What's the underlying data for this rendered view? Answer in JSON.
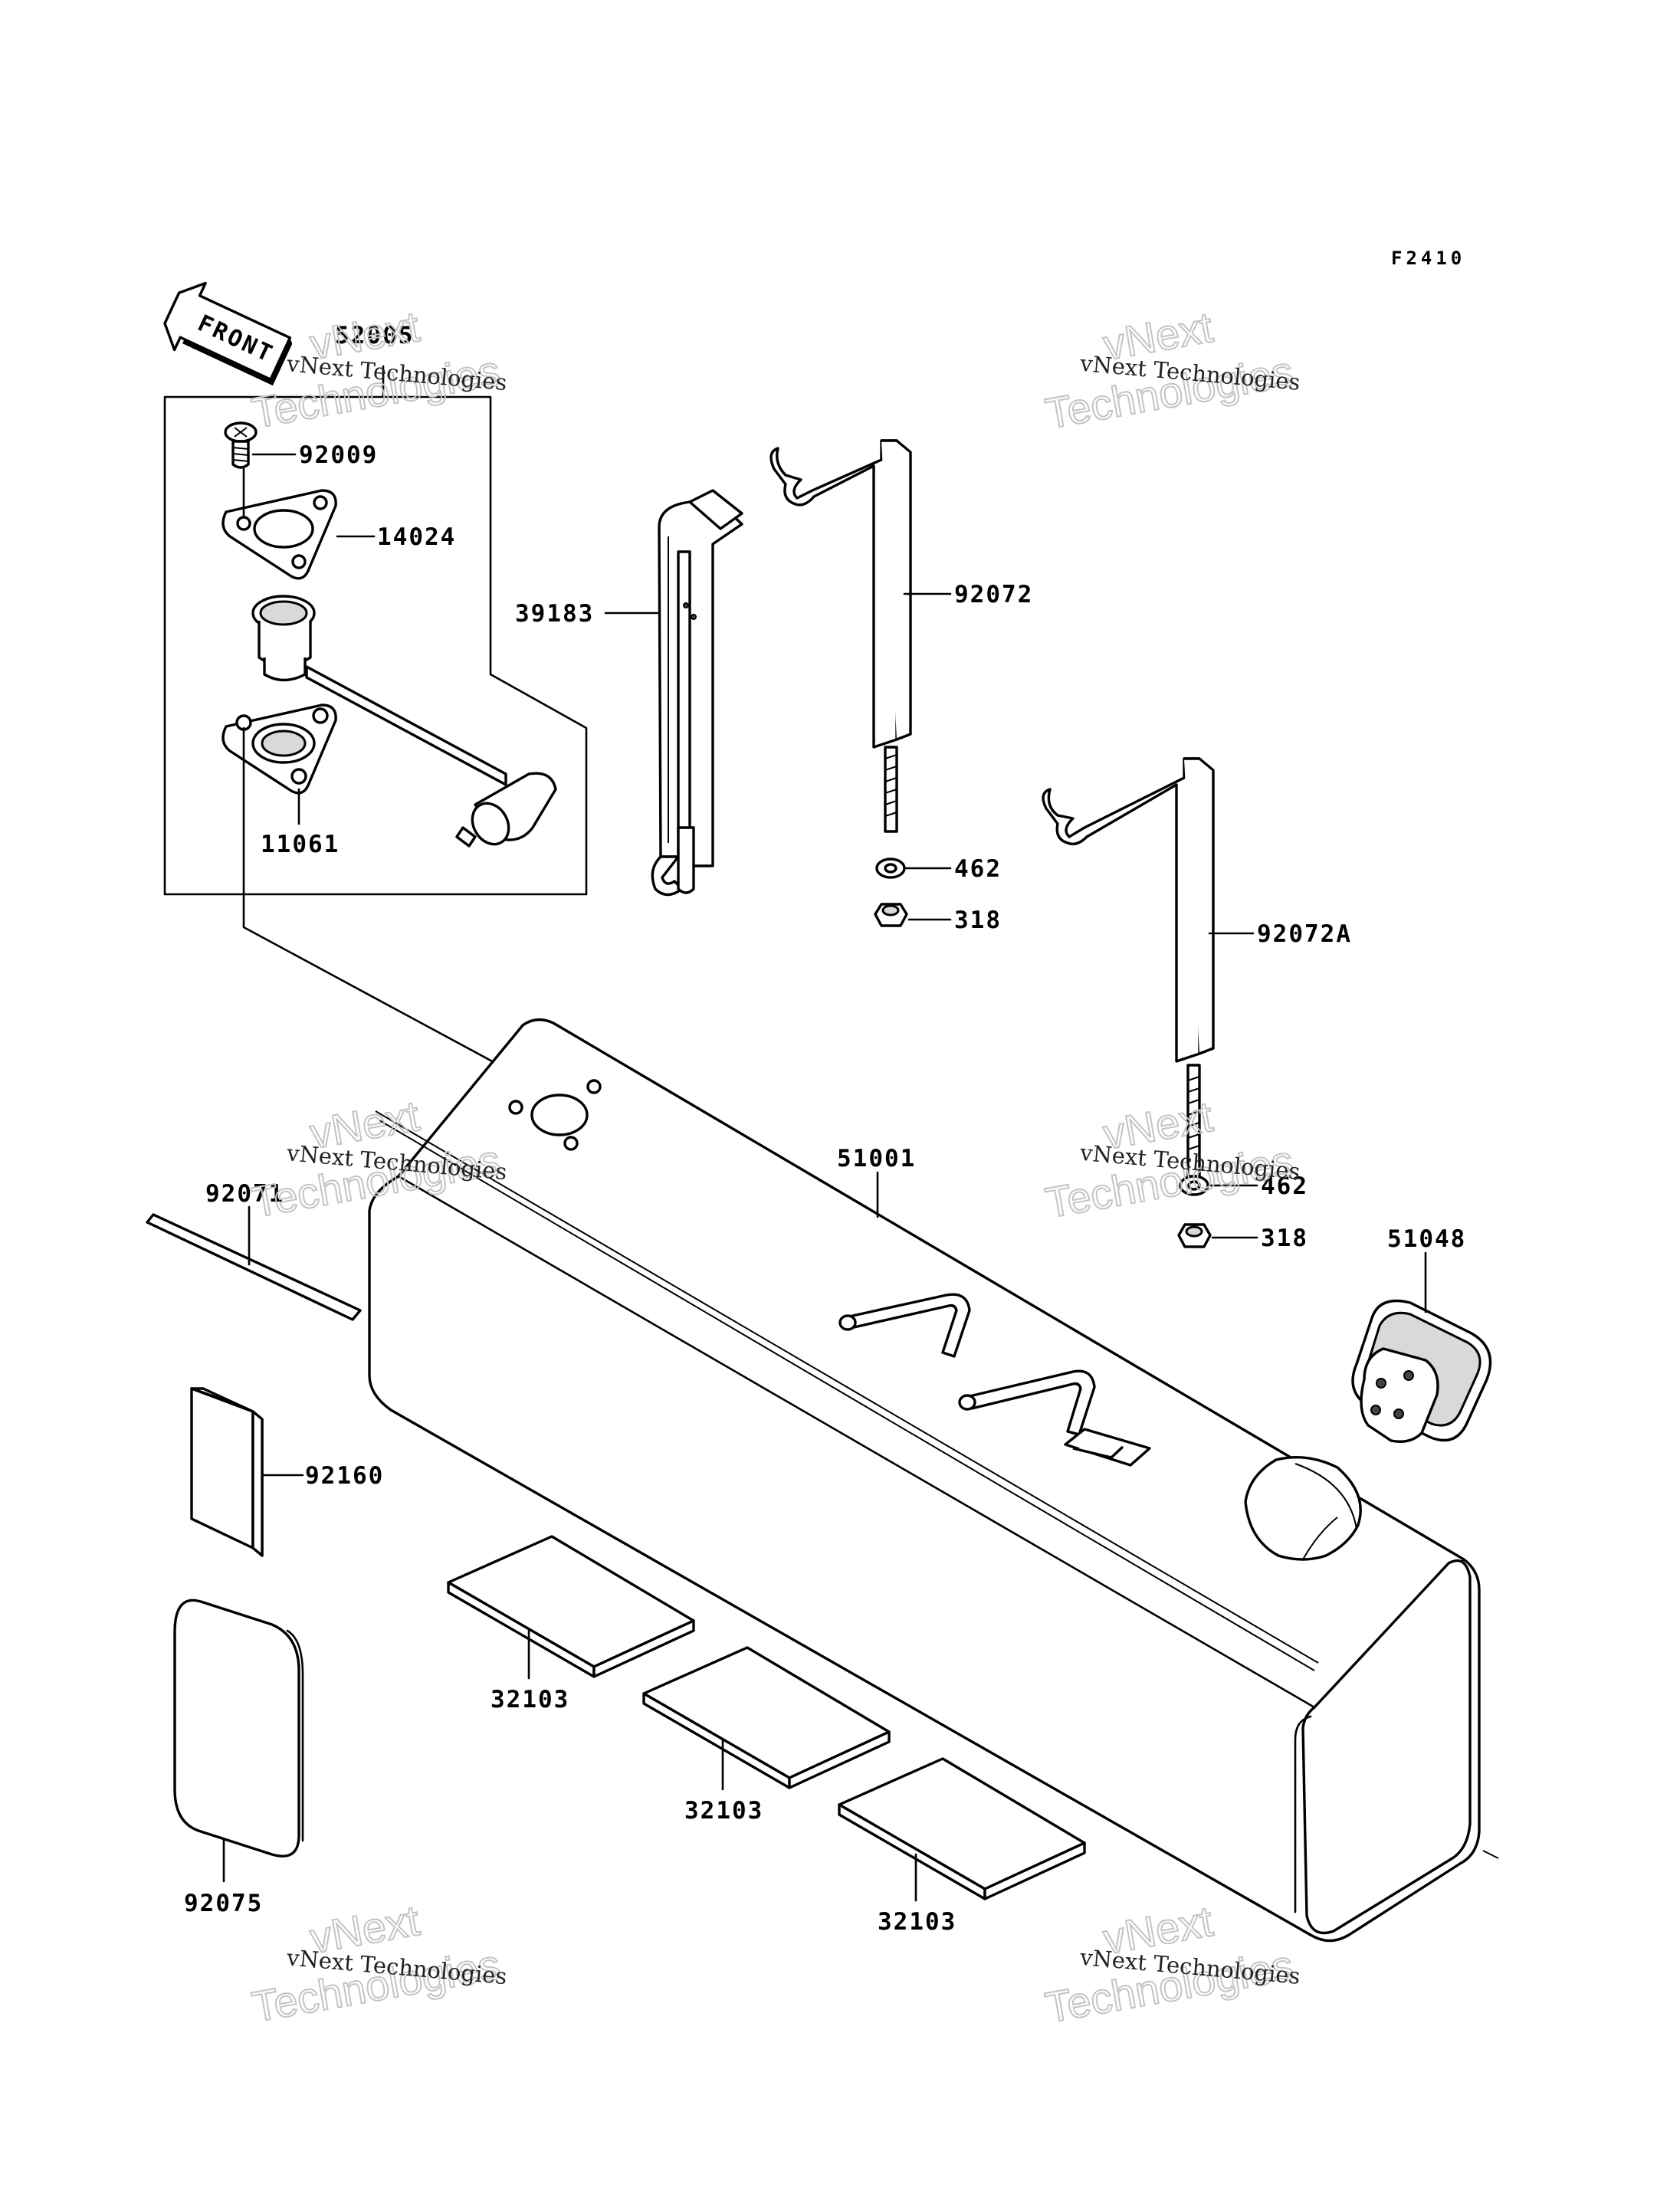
{
  "figure_ref": "F2410",
  "front_marker": "FRONT",
  "watermark": {
    "small": "vNext Technologies",
    "big_top": "vNext",
    "big_bottom": "Technologies"
  },
  "callouts": {
    "c52005": "52005",
    "c92009": "92009",
    "c14024": "14024",
    "c11061": "11061",
    "c39183": "39183",
    "c92072": "92072",
    "c462a": "462",
    "c318a": "318",
    "c92072A": "92072A",
    "c462b": "462",
    "c318b": "318",
    "c51001": "51001",
    "c51048": "51048",
    "c92071": "92071",
    "c92160": "92160",
    "c32103a": "32103",
    "c32103b": "32103",
    "c32103c": "32103",
    "c92075": "92075"
  }
}
